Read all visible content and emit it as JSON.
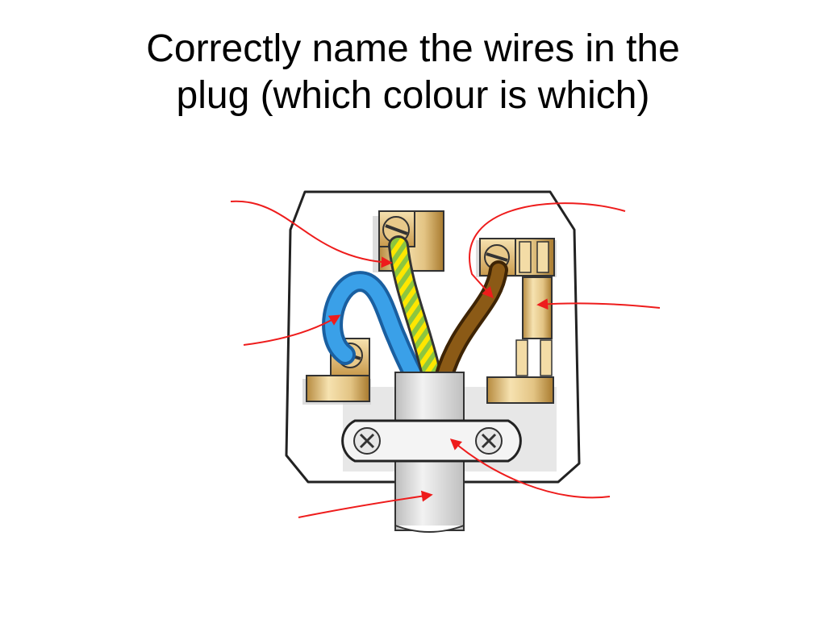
{
  "slide": {
    "title_line_1": "Correctly name the wires in the",
    "title_line_2": "plug (which colour is which)"
  },
  "colors": {
    "background": "#ffffff",
    "title_text": "#000000",
    "arrow": "#ee1c1c",
    "earth_wire_green": "#8cc63f",
    "earth_wire_yellow": "#ffe600",
    "neutral_wire": "#2b8fd8",
    "live_wire": "#7a4a10",
    "cable_sheath": "#d9d9d9",
    "terminal_brass": "#e8c98a",
    "plug_body": "#ffffff"
  },
  "diagram": {
    "components": [
      "plug-casing-icon",
      "earth-terminal-icon",
      "neutral-terminal-icon",
      "live-terminal-icon",
      "fuse-icon",
      "cord-grip-icon",
      "cable-icon"
    ],
    "label_arrows": 6
  }
}
